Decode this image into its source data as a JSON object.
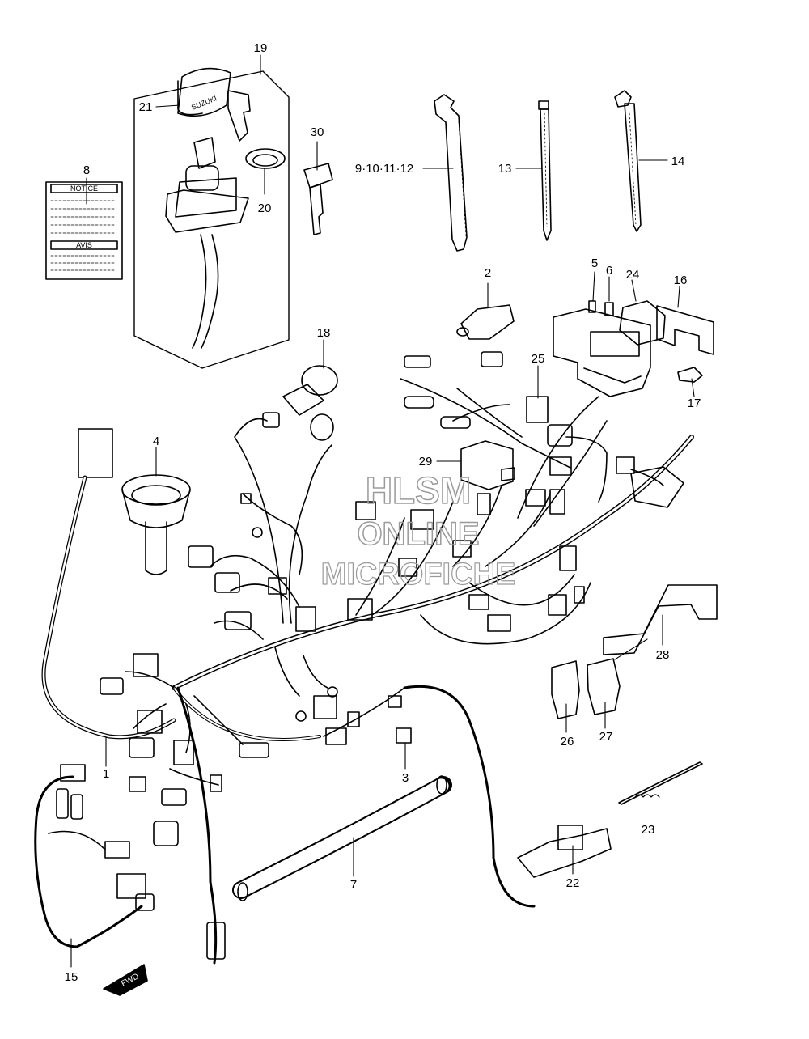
{
  "diagram": {
    "callouts": {
      "c1": "1",
      "c2": "2",
      "c3": "3",
      "c4": "4",
      "c5": "5",
      "c6": "6",
      "c7": "7",
      "c8": "8",
      "c9_12": "9·10·11·12",
      "c13": "13",
      "c14": "14",
      "c15": "15",
      "c16": "16",
      "c17": "17",
      "c18": "18",
      "c19": "19",
      "c20": "20",
      "c21": "21",
      "c22": "22",
      "c23": "23",
      "c24": "24",
      "c25": "25",
      "c26": "26",
      "c27": "27",
      "c28": "28",
      "c29": "29",
      "c30": "30"
    },
    "label_notice": "NOTICE",
    "label_avis": "AVIS",
    "key_brand": "SUZUKI",
    "fwd_label": "FWD",
    "watermark": {
      "line1": "HLSM",
      "line2": "ONLINE",
      "line3": "MICROFICHE"
    },
    "colors": {
      "line": "#000000",
      "watermark": "#9a9a9a"
    }
  }
}
